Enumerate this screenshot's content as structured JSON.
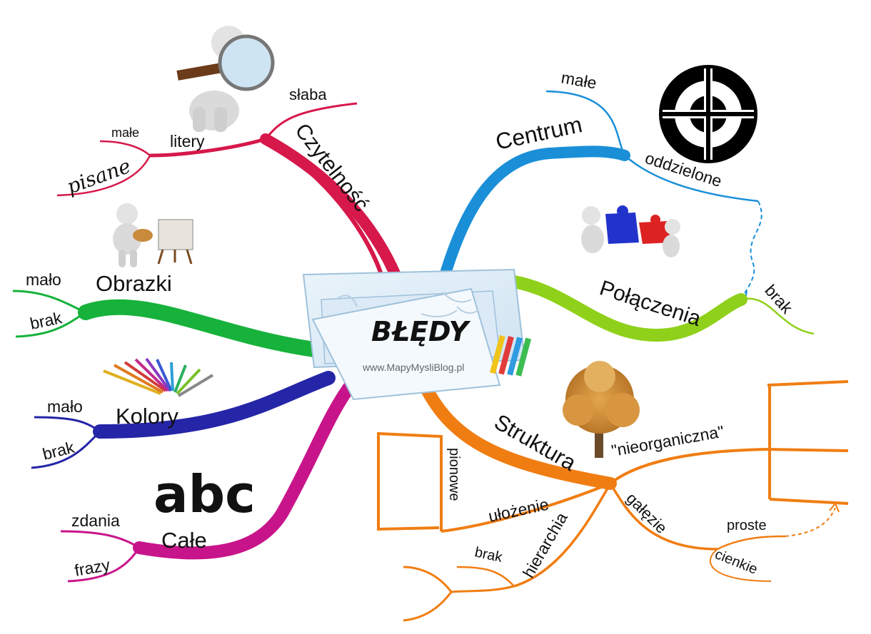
{
  "center": {
    "title": "BŁĘDY",
    "url": "www.MapyMysliBlog.pl"
  },
  "branches": {
    "czytelnosc": {
      "label": "Czytelność",
      "color": "#d6184a",
      "sub": {
        "litery": "litery",
        "male": "małe",
        "pisane": "pisane",
        "slaba": "słaba"
      }
    },
    "obrazki": {
      "label": "Obrazki",
      "color": "#17b23b",
      "sub": {
        "malo": "mało",
        "brak": "brak"
      }
    },
    "kolory": {
      "label": "Kolory",
      "color": "#2525a8",
      "sub": {
        "malo": "mało",
        "brak": "brak"
      }
    },
    "cale": {
      "label": "Całe",
      "color": "#c8148a",
      "sub": {
        "zdania": "zdania",
        "frazy": "frazy"
      },
      "icon_text": "abc"
    },
    "centrum": {
      "label": "Centrum",
      "color": "#1a8fd8",
      "sub": {
        "male": "małe",
        "oddzielone": "oddzielone"
      }
    },
    "polaczenia": {
      "label": "Połączenia",
      "color": "#8fd11a",
      "sub": {
        "brak": "brak"
      }
    },
    "struktura": {
      "label": "Struktura",
      "color": "#f07d12",
      "sub": {
        "nieorganiczna": "\"nieorganiczna\"",
        "pionowe": "pionowe",
        "ulozenie": "ułożenie",
        "hierarchia": "hierarchia",
        "brak": "brak",
        "galezie": "gałęzie",
        "proste": "proste",
        "cienkie": "cienkie"
      }
    }
  },
  "icons": [
    "magnifier-figure-icon",
    "painter-figure-icon",
    "crayons-icon",
    "abc-letters-icon",
    "target-icon",
    "puzzle-figures-icon",
    "tree-icon",
    "markers-icon"
  ]
}
